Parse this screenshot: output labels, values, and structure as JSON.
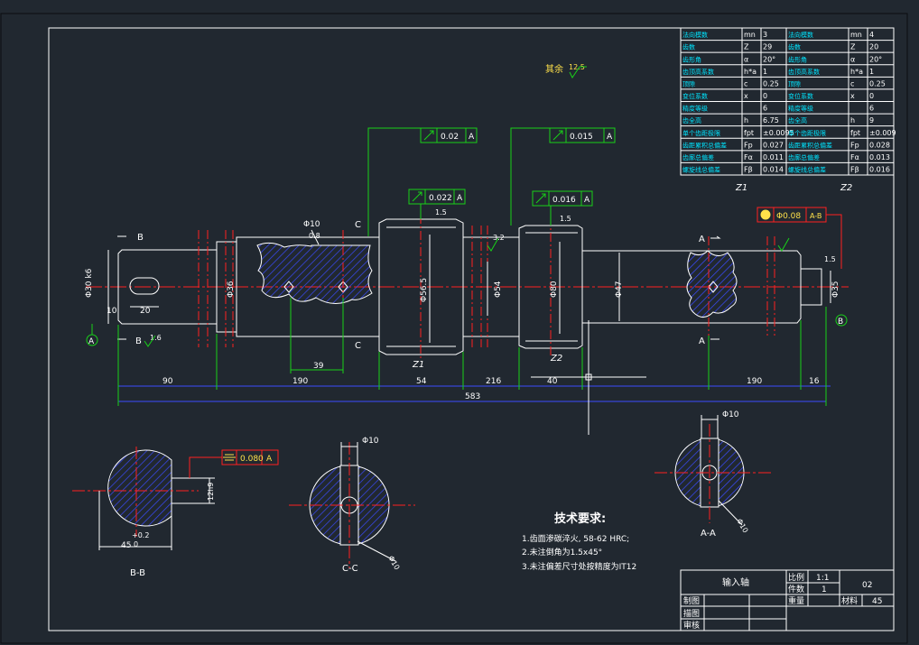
{
  "drawing": {
    "roughness_note": "其余",
    "roughness_value": "12.5",
    "part_title": "输入轴",
    "scale_label": "比例",
    "scale_value": "1:1",
    "qty_label": "件数",
    "qty_value": "1",
    "weight_label": "重量",
    "material_label": "材料",
    "material_value": "45",
    "drawing_no": "02",
    "rows_left": [
      "制图",
      "描图",
      "审核"
    ],
    "gear_labels": [
      "Z1",
      "Z2"
    ],
    "section_labels": [
      "B-B",
      "C-C",
      "A-A"
    ]
  },
  "gear_table": {
    "left": [
      {
        "name": "法向模数",
        "sym": "mn",
        "val": "3"
      },
      {
        "name": "齿数",
        "sym": "Z",
        "val": "29"
      },
      {
        "name": "齿形角",
        "sym": "α",
        "val": "20°"
      },
      {
        "name": "齿顶高系数",
        "sym": "h*a",
        "val": "1"
      },
      {
        "name": "顶隙",
        "sym": "c",
        "val": "0.25"
      },
      {
        "name": "变位系数",
        "sym": "x",
        "val": "0"
      },
      {
        "name": "精度等级",
        "sym": "",
        "val": "6"
      },
      {
        "name": "齿全高",
        "sym": "h",
        "val": "6.75"
      },
      {
        "name": "单个齿距极限",
        "sym": "fpt",
        "val": "±0.0095"
      },
      {
        "name": "齿距累积总偏差",
        "sym": "Fp",
        "val": "0.027"
      },
      {
        "name": "齿廓总偏差",
        "sym": "Fα",
        "val": "0.011"
      },
      {
        "name": "螺旋线总偏差",
        "sym": "Fβ",
        "val": "0.014"
      }
    ],
    "right": [
      {
        "name": "法向模数",
        "sym": "mn",
        "val": "4"
      },
      {
        "name": "齿数",
        "sym": "Z",
        "val": "20"
      },
      {
        "name": "齿形角",
        "sym": "α",
        "val": "20°"
      },
      {
        "name": "齿顶高系数",
        "sym": "h*a",
        "val": "1"
      },
      {
        "name": "顶隙",
        "sym": "c",
        "val": "0.25"
      },
      {
        "name": "变位系数",
        "sym": "x",
        "val": "0"
      },
      {
        "name": "精度等级",
        "sym": "",
        "val": "6"
      },
      {
        "name": "齿全高",
        "sym": "h",
        "val": "9"
      },
      {
        "name": "单个齿距极限",
        "sym": "fpt",
        "val": "±0.009"
      },
      {
        "name": "齿距累积总偏差",
        "sym": "Fp",
        "val": "0.028"
      },
      {
        "name": "齿廓总偏差",
        "sym": "Fα",
        "val": "0.013"
      },
      {
        "name": "螺旋线总偏差",
        "sym": "Fβ",
        "val": "0.016"
      }
    ]
  },
  "tolerances": {
    "runout1": "0.02",
    "runout1_datum": "A",
    "runout2": "0.015",
    "runout2_datum": "A",
    "runout3": "0.022",
    "runout3_datum": "A",
    "runout4": "0.016",
    "runout4_datum": "A",
    "coaxial": "Φ0.08",
    "coaxial_datum": "A-B",
    "symmetry": "0.080",
    "symmetry_datum": "A"
  },
  "dimensions": {
    "d_left": "Φ30 k6",
    "d_2": "Φ36",
    "d_3": "Φ56.5",
    "d_4": "Φ54",
    "d_5": "Φ80",
    "d_6": "Φ47",
    "d_7": "Φ35",
    "len_90": "90",
    "len_190a": "190",
    "len_39": "39",
    "len_54": "54",
    "len_216": "216",
    "len_40": "40",
    "len_190b": "190",
    "len_16": "16",
    "len_total": "583",
    "key_16": "10",
    "key_20": "20",
    "hole_10a": "Φ10",
    "hole_10b": "Φ10",
    "hole_10c": "Φ10",
    "sec_b_w": "12h9",
    "sec_b_d": "45",
    "sec_b_tol": "+0.2",
    "sec_b_tol2": "0",
    "chamfer1": "1.5",
    "chamfer2": "1.5",
    "chamfer3": "1.5",
    "rough_16": "1.6",
    "rough_32": "3.2",
    "rough_08": "0.8",
    "sec_a_d": "Φ10",
    "sec_c_d": "Φ10",
    "datum_a": "A",
    "datum_b": "B",
    "sec_mark_b": "B",
    "sec_mark_c": "C",
    "sec_mark_a": "A"
  },
  "requirements": {
    "title": "技术要求:",
    "items": [
      "1.齿面渗碳淬火, 58-62 HRC;",
      "2.未注倒角为1.5x45°",
      "3.未注偏差尺寸处按精度为IT12"
    ]
  }
}
